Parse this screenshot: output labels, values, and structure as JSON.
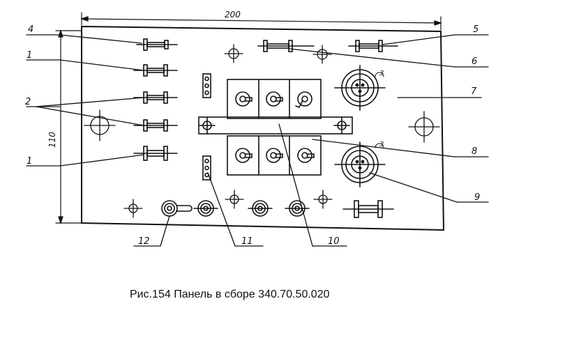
{
  "figure": {
    "caption": "Рис.154 Панель в сборе 340.70.50.020",
    "dimensions": {
      "width": "200",
      "height": "110"
    },
    "callouts": [
      "4",
      "1",
      "2",
      "1",
      "5",
      "6",
      "7",
      "8",
      "9",
      "10",
      "11",
      "12"
    ],
    "marks": [
      "3",
      "3"
    ],
    "line_color": "#111111"
  }
}
